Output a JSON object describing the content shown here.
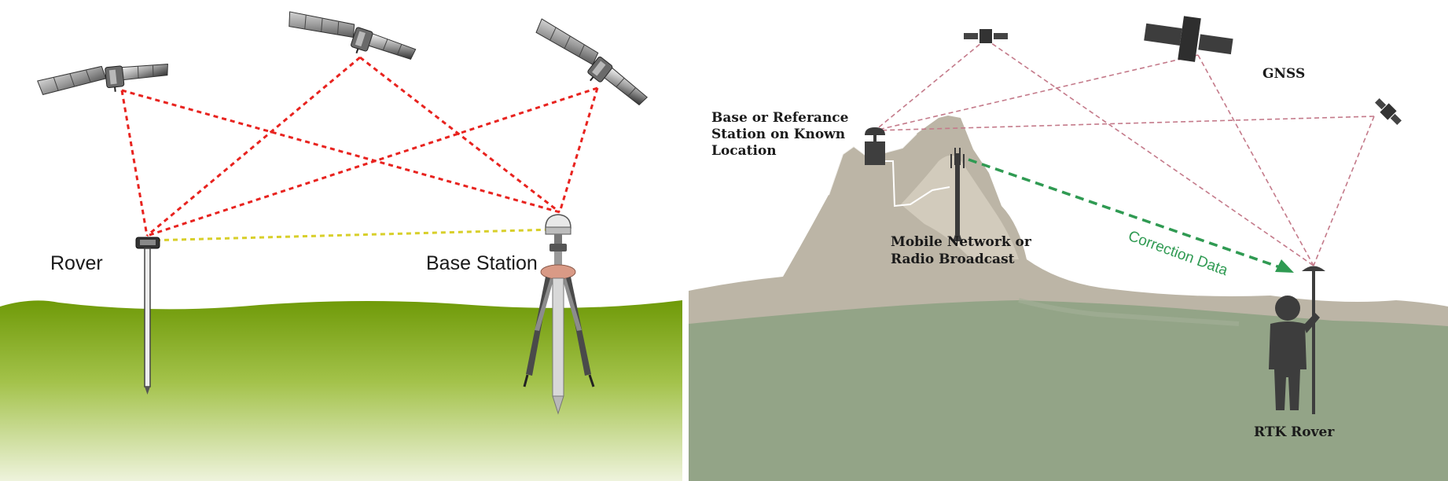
{
  "left": {
    "labels": {
      "rover": "Rover",
      "base_station": "Base Station"
    }
  },
  "right": {
    "labels": {
      "base_line1": "Base or Referance",
      "base_line2": "Station on Known",
      "base_line3": "Location",
      "network_line1": "Mobile Network or",
      "network_line2": "Radio Broadcast",
      "correction": "Correction Data",
      "gnss": "GNSS",
      "rtk_rover": "RTK Rover"
    }
  },
  "colors": {
    "ground_left": "#7aa312",
    "satellite_lines": "#e8231f",
    "baseline": "#d8cf2a",
    "mountain": "#bcb5a6",
    "ground_right": "#93a487",
    "correction_arrow": "#2f9a52",
    "signal_lines_right": "#c47a8a"
  }
}
